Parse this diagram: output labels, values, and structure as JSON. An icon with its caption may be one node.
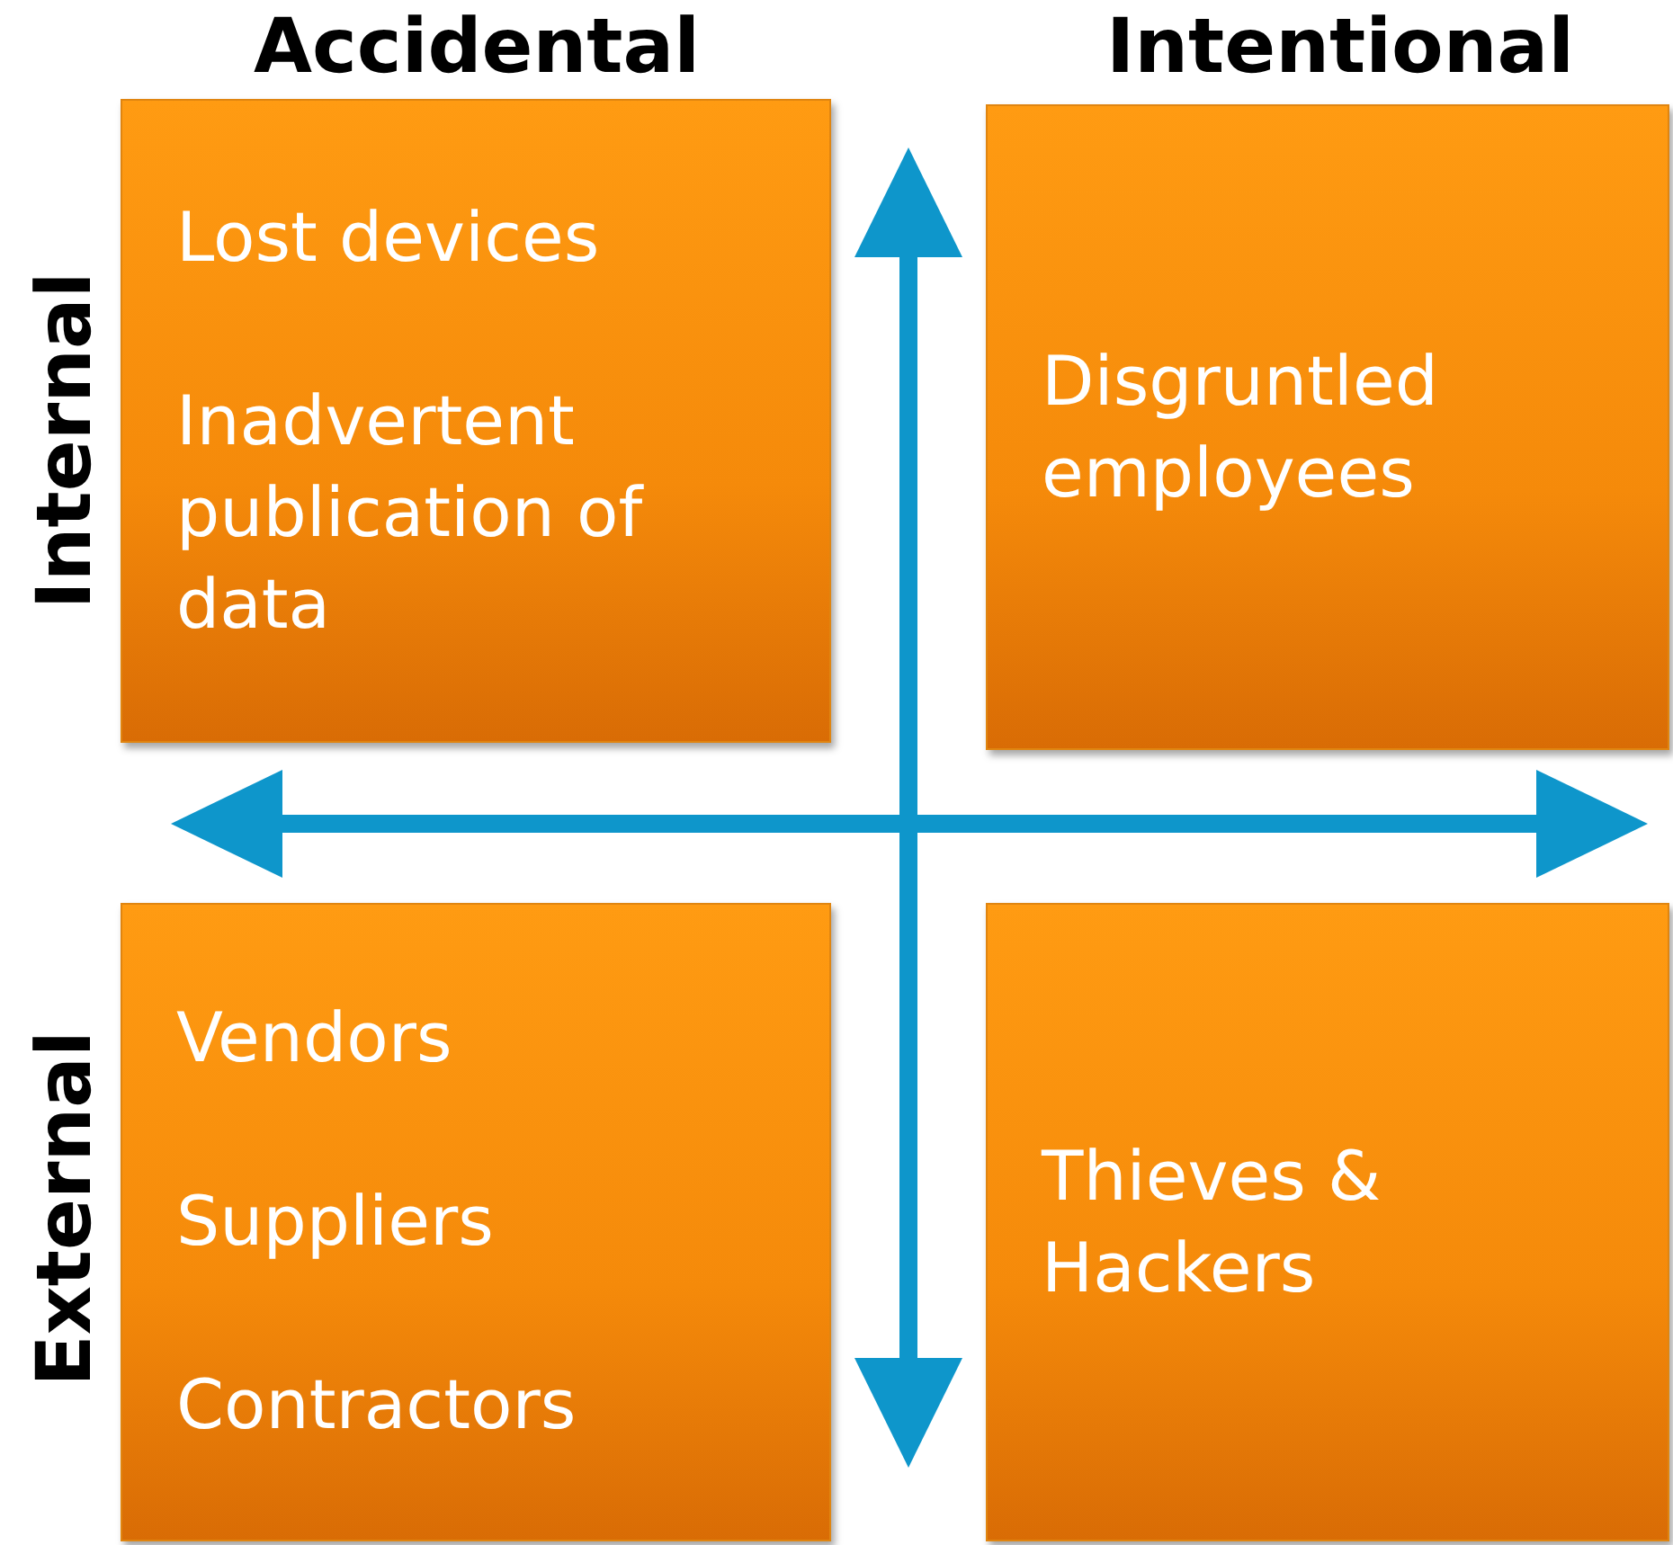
{
  "diagram": {
    "nodes": [
      {
        "text": [
          "Lost devices",
          "Inadvertent publication of data"
        ]
      },
      {
        "text": [
          "Disgruntled employees"
        ]
      },
      {
        "text": [
          "Vendors",
          "Suppliers",
          "Contractors"
        ]
      },
      {
        "text": [
          "Thieves & Hackers"
        ]
      }
    ],
    "labels": [
      "Accidental",
      "Intentional",
      "Internal",
      "External"
    ]
  }
}
